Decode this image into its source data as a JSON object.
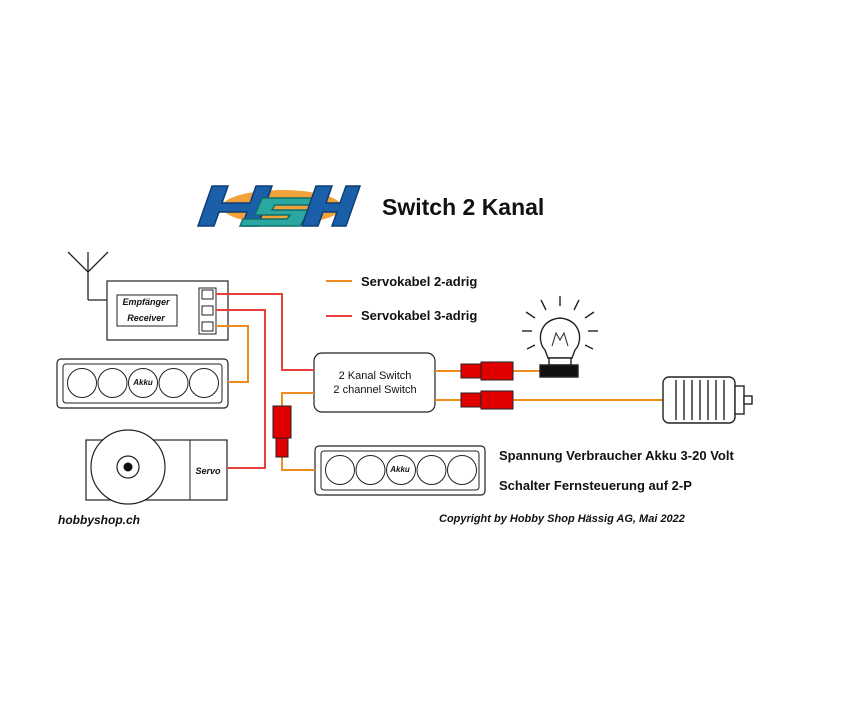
{
  "title": "Switch 2 Kanal",
  "logo_text": "HSH",
  "legend": [
    {
      "label": "Servokabel 2-adrig",
      "color": "#f08c1e"
    },
    {
      "label": "Servokabel 3-adrig",
      "color": "#e8403a"
    }
  ],
  "receiver": {
    "line1": "Empfänger",
    "line2": "Receiver"
  },
  "battery_label": "Akku",
  "battery2_label": "Akku",
  "servo_label": "Servo",
  "switch": {
    "line1": "2 Kanal Switch",
    "line2": "2 channel Switch"
  },
  "notes": [
    "Spannung Verbraucher Akku 3-20 Volt",
    "Schalter Fernsteuerung auf 2-P"
  ],
  "footer_left": "hobbyshop.ch",
  "footer_right": "Copyright by Hobby Shop Hässig AG, Mai 2022",
  "colors": {
    "orange": "#f08c1e",
    "red": "#e8403a",
    "connector": "#e00000",
    "logo_blue": "#1a5fa8",
    "logo_teal": "#2aa7a0",
    "logo_orange": "#f2a23a"
  }
}
